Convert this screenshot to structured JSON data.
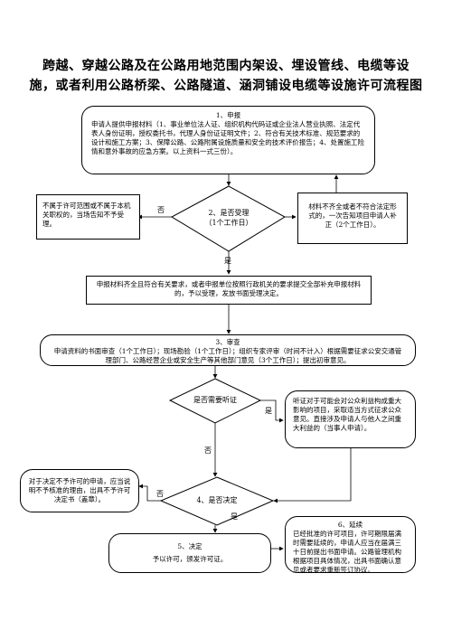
{
  "title": {
    "line1": "跨越、穿越公路及在公路用地范围内架设、埋设管线、电缆等设",
    "line2": "施，或者利用公路桥梁、公路隧道、涵洞铺设电缆等设施许可流程图"
  },
  "step1": {
    "heading": "1、申报",
    "body": "申请人提供申报材料（1、事业单位法人证、组织机构代码证或企业法人营业执照、法定代表人身份证明，授权委托书，代理人身份证证明文件；2、符合有关技术标准、规范要求的设计和施工方案；3、保障公路、公路附属设施质量和安全的技术评价报告；4、处置施工险情和意外事故的应急方案。以上资料一式三份）。"
  },
  "step2": {
    "line1": "2、是否受理",
    "line2": "（1个工作日）"
  },
  "reject_left": "不属于许可范围或不属于本机关职权的，当场告知不予受理。",
  "supplement_right": "材料不齐全或者不符合法定形式的，一次告知项目申请人补正（2个工作日）。",
  "accept_box": "申报材料齐全且符合有关要求，或者申报单位按照行政机关的要求提交全部补充申报材料的，予以受理，发放书面受理决定。",
  "step3": {
    "heading": "3、审查",
    "body": "申请资料的书面审查（1个工作日）；现场勘验（1个工作日）；组织专家评审（时间不计入）根据需要征求公安交通管理部门、公路经营企业或安全生产等其他部门意见（3个工作日）；提出初审意见。"
  },
  "hearing_diamond": "是否需要听证",
  "hearing_box": "听证对于可能会对公众利益构成重大影响的项目，采取适当方式征求公众意见。直接涉及申请人与他人之间重大利益的（当事人申请）。",
  "step4": "4、是否决定",
  "deny_box": "对于决定不予许可的申请，应当说明不予核准的理由，出具不予许可决定书（盖章）。",
  "step5": {
    "heading": "5、决定",
    "body": "予以许可，颁发许可证。"
  },
  "step6": {
    "heading": "6、延续",
    "body": "已经批准的许可项目，许可期限届满时需要延续的，申请人应当在届满三十日前提出书面申请。公路管理机构根据项目具体情况，出具书面确认意见或者要求重新签订协议。"
  },
  "labels": {
    "yes": "是",
    "no": "否"
  }
}
